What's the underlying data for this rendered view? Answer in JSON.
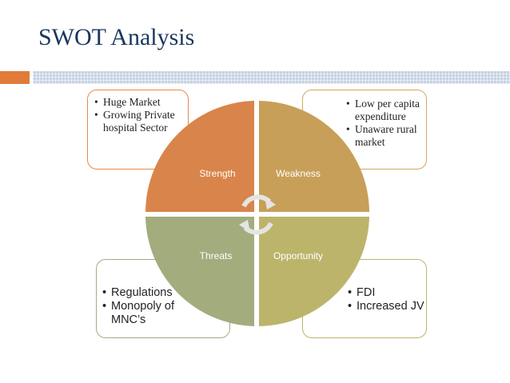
{
  "slide": {
    "title": "SWOT Analysis"
  },
  "quadrants": {
    "strength": {
      "label": "Strength",
      "items": [
        "Huge Market",
        "Growing Private hospital Sector"
      ],
      "color": "#d9844a"
    },
    "weakness": {
      "label": "Weakness",
      "items": [
        "Low per capita expenditure",
        "Unaware rural market"
      ],
      "color": "#c79f58"
    },
    "threats": {
      "label": "Threats",
      "items": [
        "Regulations",
        "Monopoly of MNC’s"
      ],
      "color": "#a3ac7d"
    },
    "opportunity": {
      "label": "Opportunity",
      "items": [
        "FDI",
        "Increased JV"
      ],
      "color": "#bcb46b"
    }
  },
  "colors": {
    "accent_orange": "#e07b3a",
    "band_blue": "#c5d2e3",
    "title": "#17375e"
  },
  "icons": {
    "center": "cycle-arrows-icon"
  }
}
